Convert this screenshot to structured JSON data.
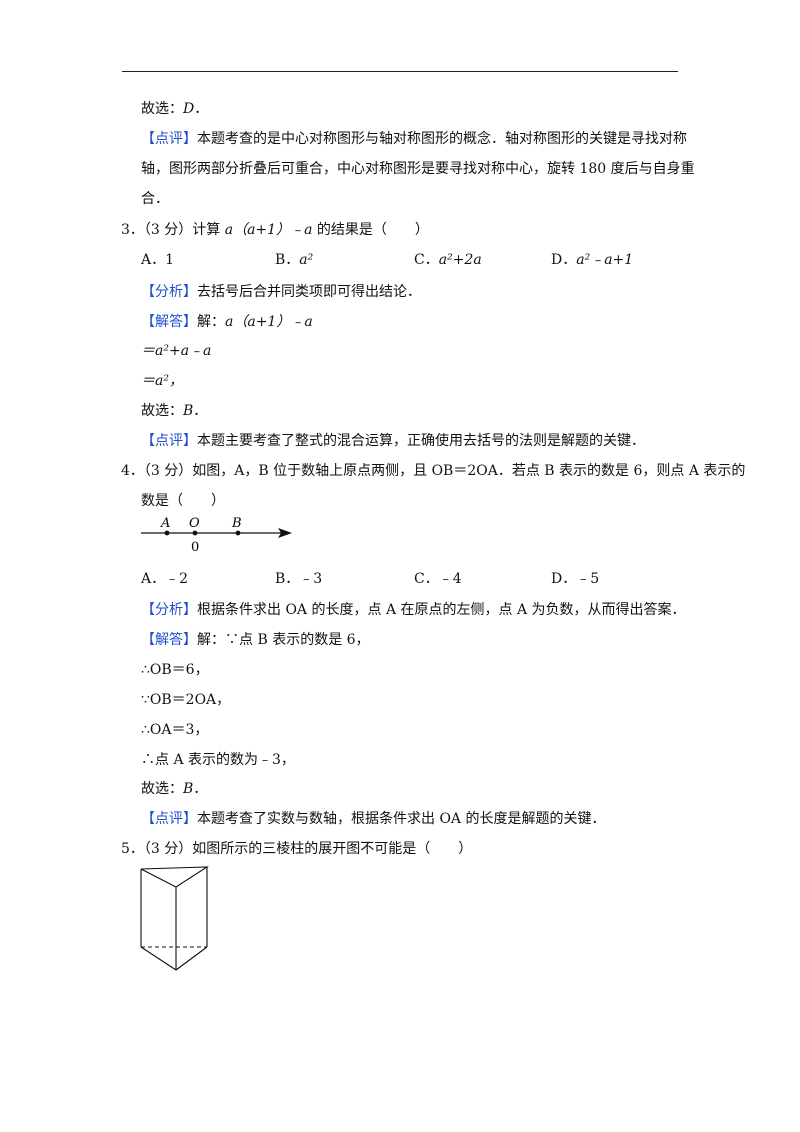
{
  "p2_end": {
    "choose_label": "故选：",
    "choose_value": "D",
    "comment_tag": "【点评】",
    "comment_l1": "本题考查的是中心对称图形与轴对称图形的概念．轴对称图形的关键是寻找对称",
    "comment_l2": "轴，图形两部分折叠后可重合，中心对称图形是要寻找对称中心，旋转 180 度后与自身重",
    "comment_l3": "合．"
  },
  "q3": {
    "number": "3．",
    "score": "（3 分）",
    "stem_pre": "计算 ",
    "stem_expr": "a（a+1）﹣a",
    "stem_post": " 的结果是（　　）",
    "options": [
      {
        "label": "A．",
        "value": "1"
      },
      {
        "label": "B．",
        "value": "a²"
      },
      {
        "label": "C．",
        "value": "a²+2a"
      },
      {
        "label": "D．",
        "value": "a²﹣a+1"
      }
    ],
    "analysis_tag": "【分析】",
    "analysis": "去括号后合并同类项即可得出结论．",
    "answer_tag": "【解答】",
    "answer_l1_pre": "解：",
    "answer_l1": "a（a+1）﹣a",
    "answer_l2": "＝a²+a﹣a",
    "answer_l3": "＝a²，",
    "choose_label": "故选：",
    "choose_value": "B",
    "comment_tag": "【点评】",
    "comment": "本题主要考查了整式的混合运算，正确使用去括号的法则是解题的关键．"
  },
  "q4": {
    "number": "4．",
    "score": "（3 分）",
    "stem_l1": "如图，A，B 位于数轴上原点两侧，且 OB＝2OA．若点 B 表示的数是 6，则点 A 表示的",
    "stem_l2": "数是（　　）",
    "axis_labels": {
      "a": "A",
      "o": "O",
      "b": "B",
      "zero": "0"
    },
    "options": [
      {
        "label": "A．",
        "value": "﹣2"
      },
      {
        "label": "B．",
        "value": "﹣3"
      },
      {
        "label": "C．",
        "value": "﹣4"
      },
      {
        "label": "D．",
        "value": "﹣5"
      }
    ],
    "analysis_tag": "【分析】",
    "analysis": "根据条件求出 OA 的长度，点 A 在原点的左侧，点 A 为负数，从而得出答案．",
    "answer_tag": "【解答】",
    "answer_l1": "解：∵点 B 表示的数是 6，",
    "answer_l2": "∴OB＝6，",
    "answer_l3": "∵OB＝2OA，",
    "answer_l4": "∴OA＝3，",
    "answer_l5": "∴点 A 表示的数为﹣3，",
    "choose_label": "故选：",
    "choose_value": "B",
    "comment_tag": "【点评】",
    "comment": "本题考查了实数与数轴，根据条件求出 OA 的长度是解题的关键．"
  },
  "q5": {
    "number": "5．",
    "score": "（3 分）",
    "stem": "如图所示的三棱柱的展开图不可能是（　　）"
  }
}
